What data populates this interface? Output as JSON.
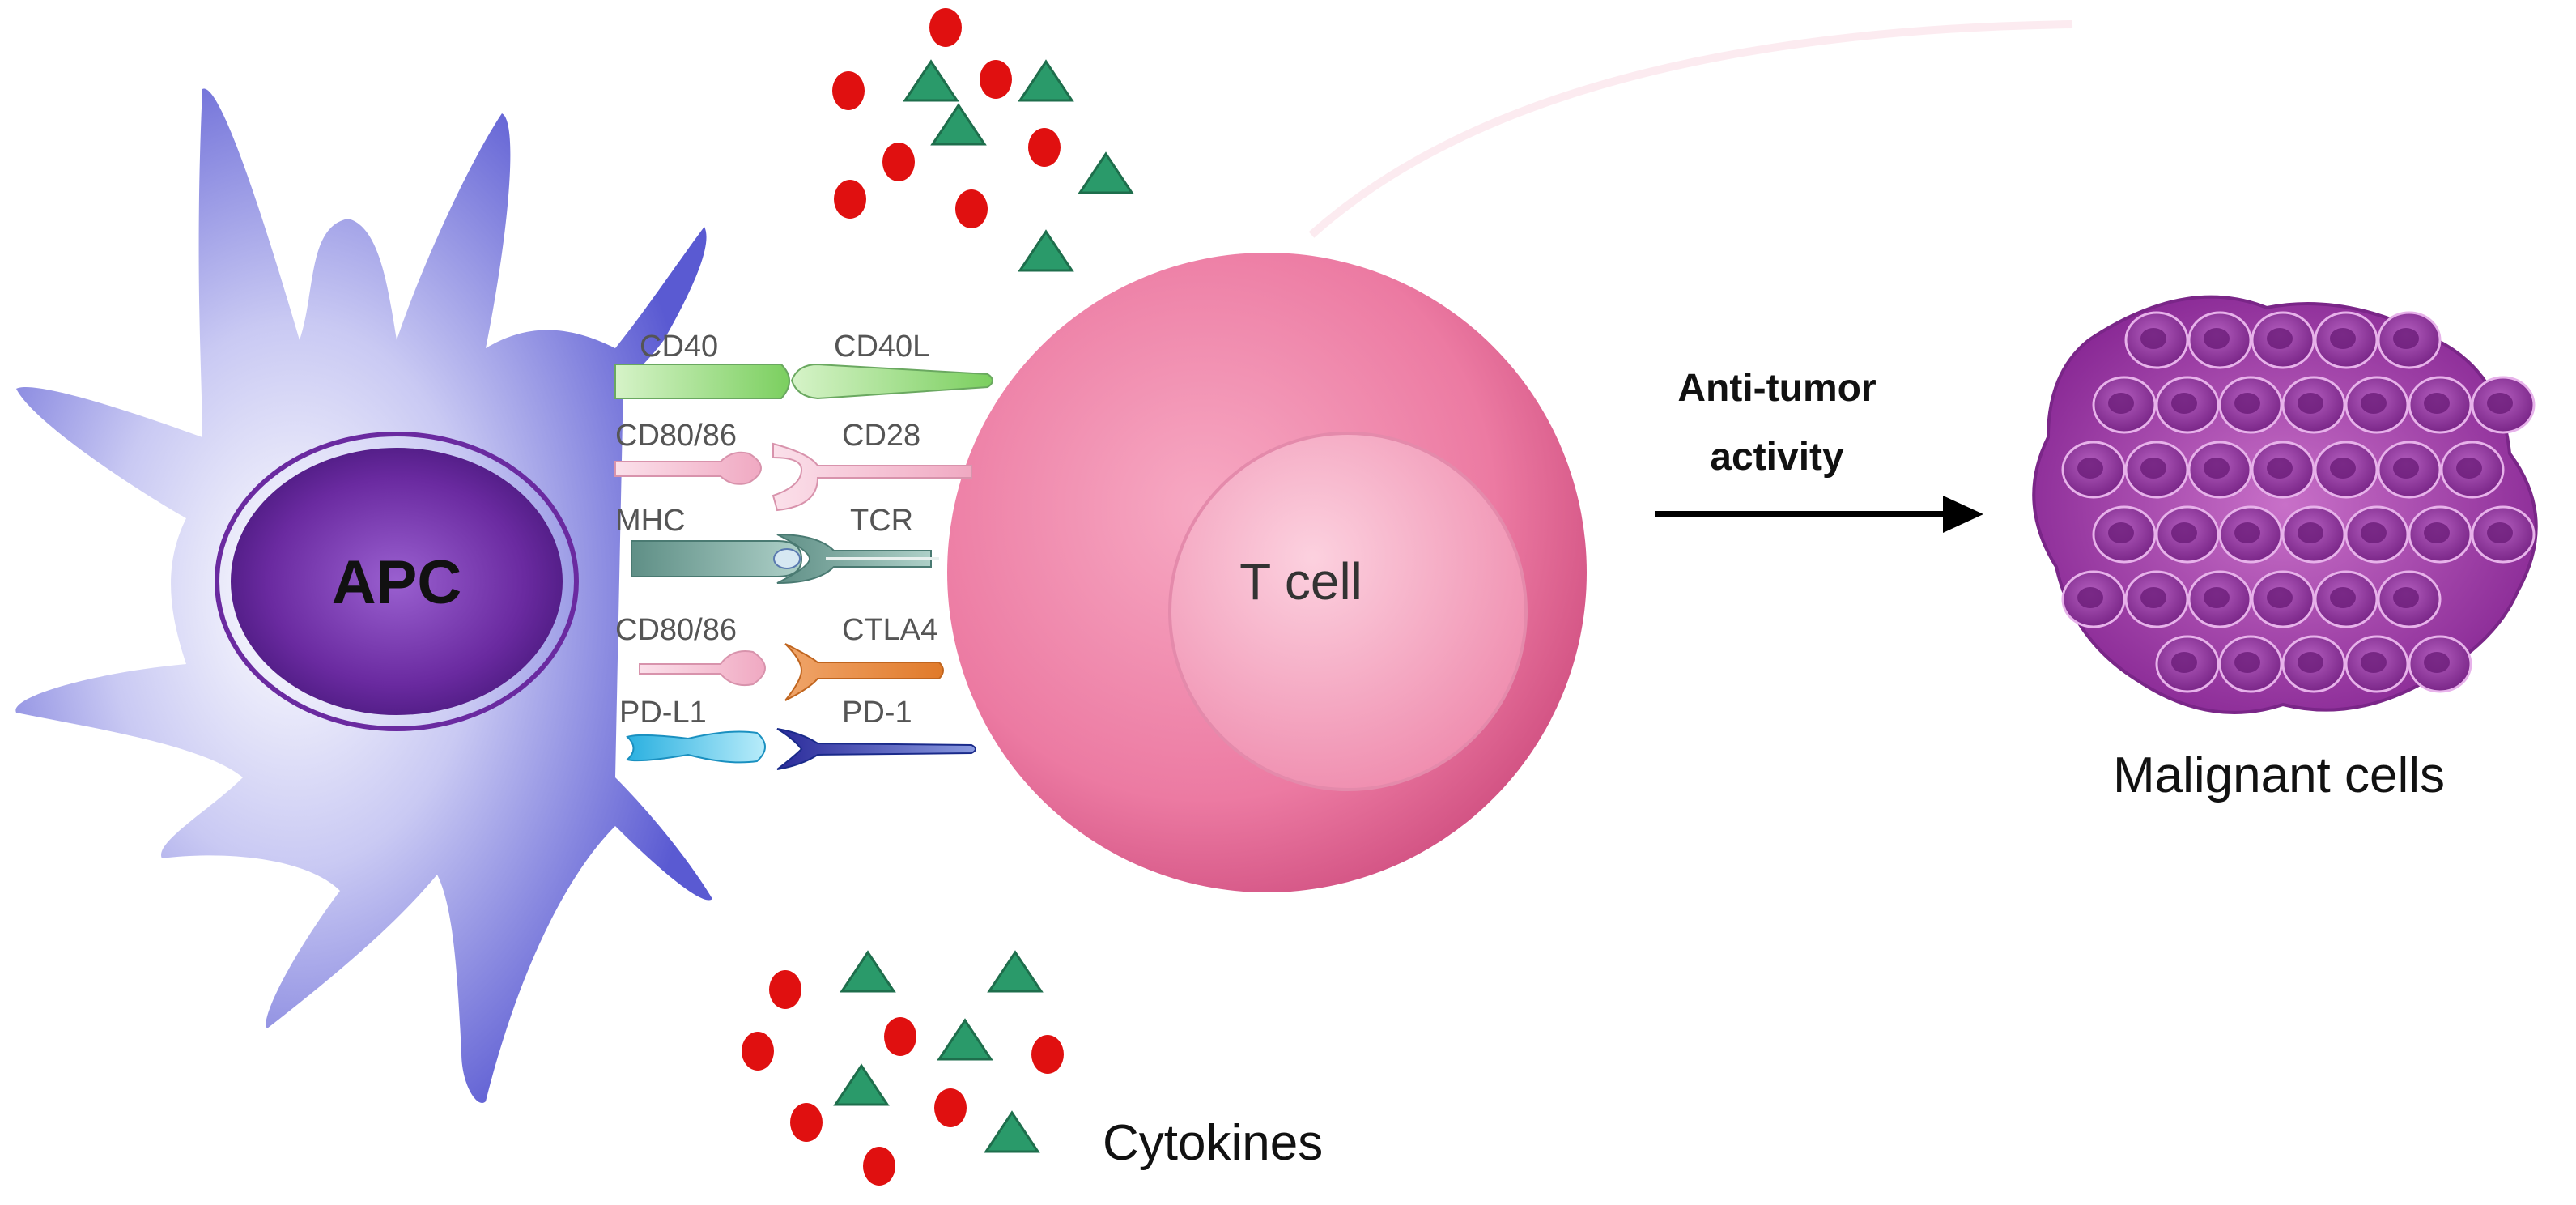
{
  "cells": {
    "apc_label": "APC",
    "tcell_label": "T cell",
    "tumor_label": "Malignant cells"
  },
  "cytokines_label": "Cytokines",
  "arrow": {
    "line1": "Anti-tumor",
    "line2": "activity"
  },
  "receptor_pairs": [
    {
      "apc_side": "CD40",
      "t_side": "CD40L"
    },
    {
      "apc_side": "CD80/86",
      "t_side": "CD28"
    },
    {
      "apc_side": "MHC",
      "t_side": "TCR"
    },
    {
      "apc_side": "CD80/86",
      "t_side": "CTLA4"
    },
    {
      "apc_side": "PD-L1",
      "t_side": "PD-1"
    }
  ],
  "colors": {
    "apc_body": "#6a6ad8",
    "apc_nucleus": "#6a2aa0",
    "tcell_body": "#e8709a",
    "cytokine_dot": "#e01010",
    "cytokine_triangle": "#2a9a6a",
    "tumor": "#a040a8"
  }
}
